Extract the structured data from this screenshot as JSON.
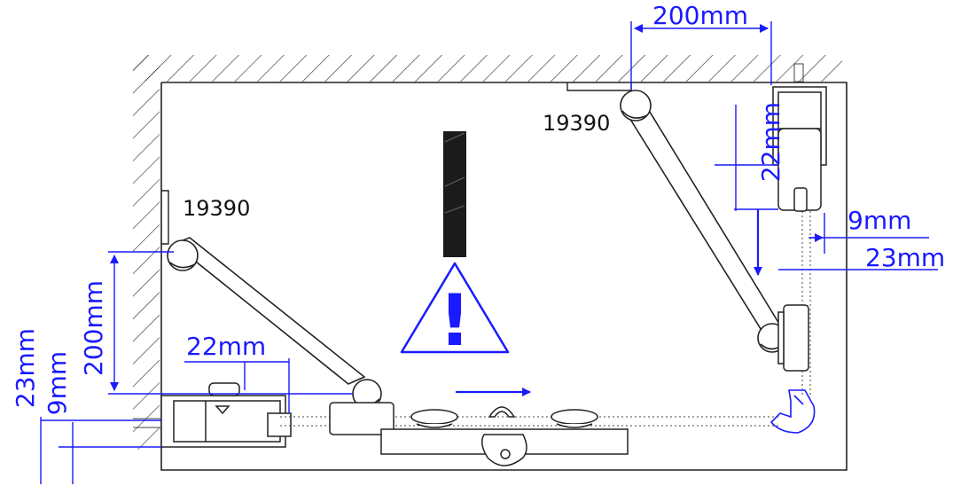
{
  "diagram": {
    "right_arm_label": "19390",
    "left_arm_label": "19390",
    "dim_right_top": "200mm",
    "dim_right_vertical": "22mm",
    "dim_right_9": "9mm",
    "dim_right_23": "23mm",
    "dim_left_vertical": "200mm",
    "dim_left_22": "22mm",
    "dim_left_23": "23mm",
    "dim_left_9": "9mm",
    "warning_symbol": "!",
    "colors": {
      "dimension": "#1a1aff",
      "outline": "#222222",
      "background": "#ffffff"
    }
  }
}
